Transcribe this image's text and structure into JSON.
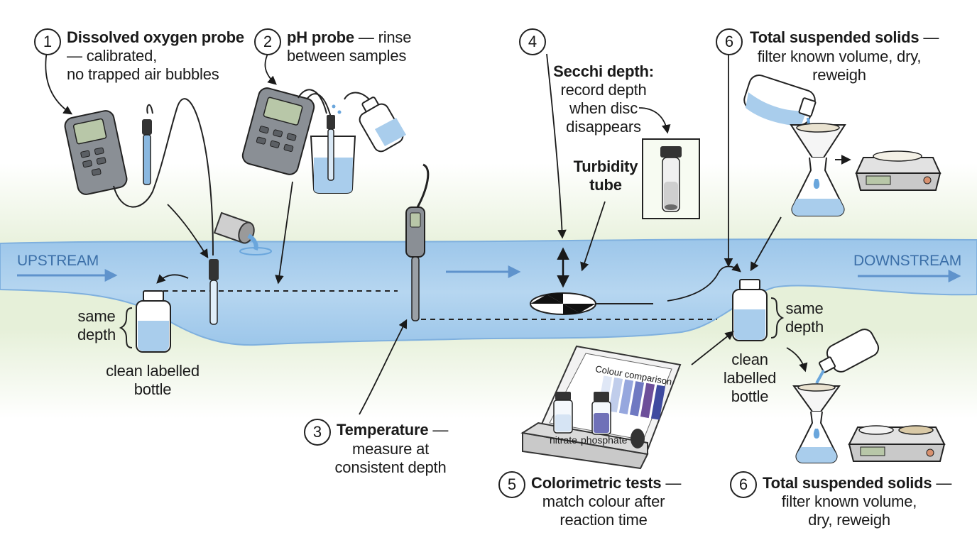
{
  "flow": {
    "upstream": "UPSTREAM",
    "downstream": "DOWNSTREAM"
  },
  "steps": {
    "s1": {
      "number": "1",
      "title": "Dissolved oxygen probe",
      "dash": " — calibrated,",
      "rest": "no trapped air bubbles"
    },
    "s2": {
      "number": "2",
      "title": "pH probe",
      "dash": " — rinse",
      "rest": "between samples"
    },
    "s3": {
      "number": "3",
      "title": "Temperature",
      "dash": " —",
      "rest1": "measure at",
      "rest2": "consistent depth"
    },
    "s4": {
      "number": "4",
      "title": "Secchi depth:",
      "rest1": "record depth",
      "rest2": "when disc",
      "rest3": "disappears",
      "tube": "Turbidity tube"
    },
    "s5": {
      "number": "5",
      "title": "Colorimetric tests",
      "dash": " —",
      "rest1": "match colour after",
      "rest2": "reaction time",
      "chart_title": "Colour comparison",
      "vial1": "nitrate",
      "vial2": "phosphate"
    },
    "s6a": {
      "number": "6",
      "title": "Total suspended solids",
      "dash": " —",
      "rest1": "filter known volume, dry,",
      "rest2": "reweigh"
    },
    "s6b": {
      "number": "6",
      "title": "Total suspended solids",
      "dash": " —",
      "rest1": "filter known volume,",
      "rest2": "dry, reweigh"
    }
  },
  "bottles": {
    "left": {
      "depth1": "same",
      "depth2": "depth",
      "label1": "clean labelled",
      "label2": "bottle"
    },
    "right": {
      "depth1": "same",
      "depth2": "depth",
      "label1": "clean",
      "label2": "labelled",
      "label3": "bottle"
    }
  },
  "colors": {
    "water": "#a9cdec",
    "water_edge": "#7fb0de",
    "bank": "#e3efd6",
    "swatches": [
      "#dfe7f6",
      "#c0cdeb",
      "#96a7de",
      "#6f79c2",
      "#6d4f9a",
      "#3e4aa0"
    ]
  }
}
